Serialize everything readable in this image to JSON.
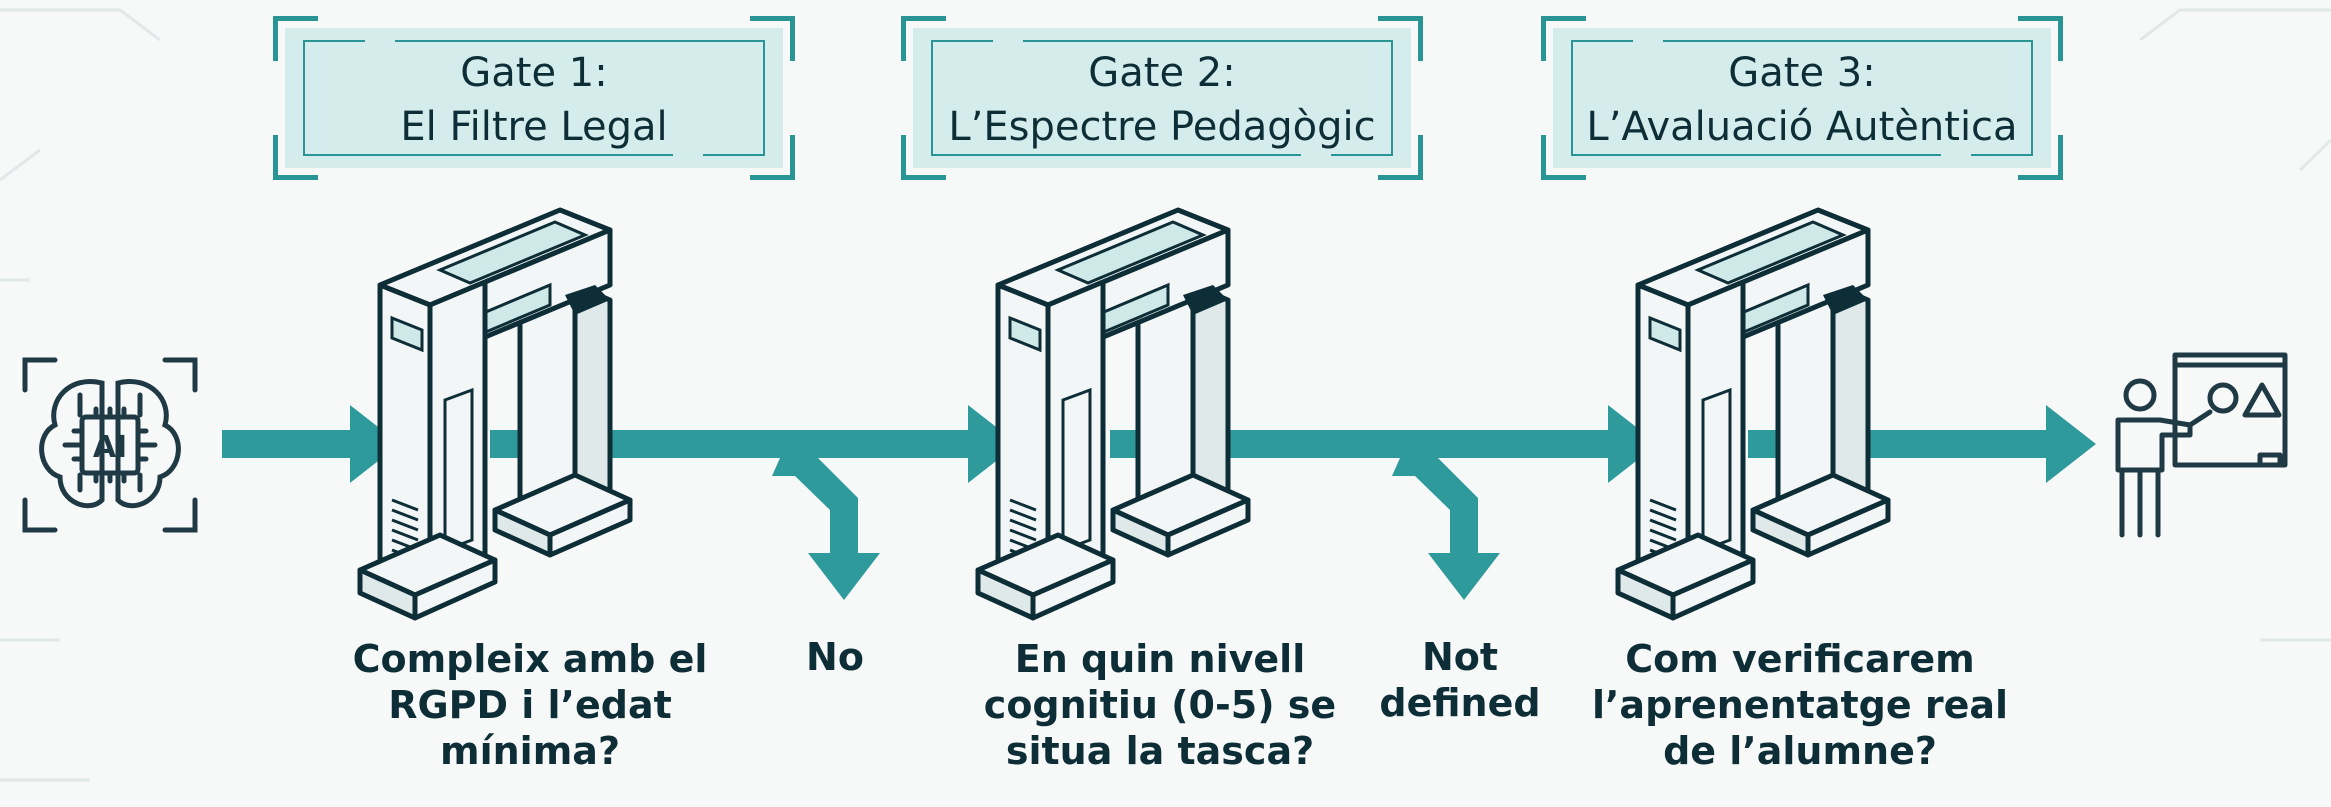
{
  "source": {
    "label": "AI",
    "icon": "ai-brain-chip-icon"
  },
  "target": {
    "icon": "teacher-presenting-icon"
  },
  "gates": [
    {
      "title_line1": "Gate 1:",
      "title_line2": "El Filtre Legal",
      "question": [
        "Compleix amb el",
        "RGPD i l’edat",
        "mínima?"
      ],
      "reject_label": [
        "No"
      ]
    },
    {
      "title_line1": "Gate 2:",
      "title_line2": "L’Espectre Pedagògic",
      "question": [
        "En quin nivell",
        "cognitiu (0-5) se",
        "situa la tasca?"
      ],
      "reject_label": [
        "Not",
        "defined"
      ]
    },
    {
      "title_line1": "Gate 3:",
      "title_line2": "L’Avaluació Autèntica",
      "question": [
        "Com verificarem",
        "l’aprenentatge real",
        "de l’alumne?"
      ]
    }
  ],
  "colors": {
    "accent": "#2a9595",
    "arrow": "#2e9a9b",
    "dark": "#0e2e37",
    "box_fill": "#d5ecec",
    "gate_fill": "#f2f6f6",
    "gate_panel": "#cfe9e9"
  }
}
